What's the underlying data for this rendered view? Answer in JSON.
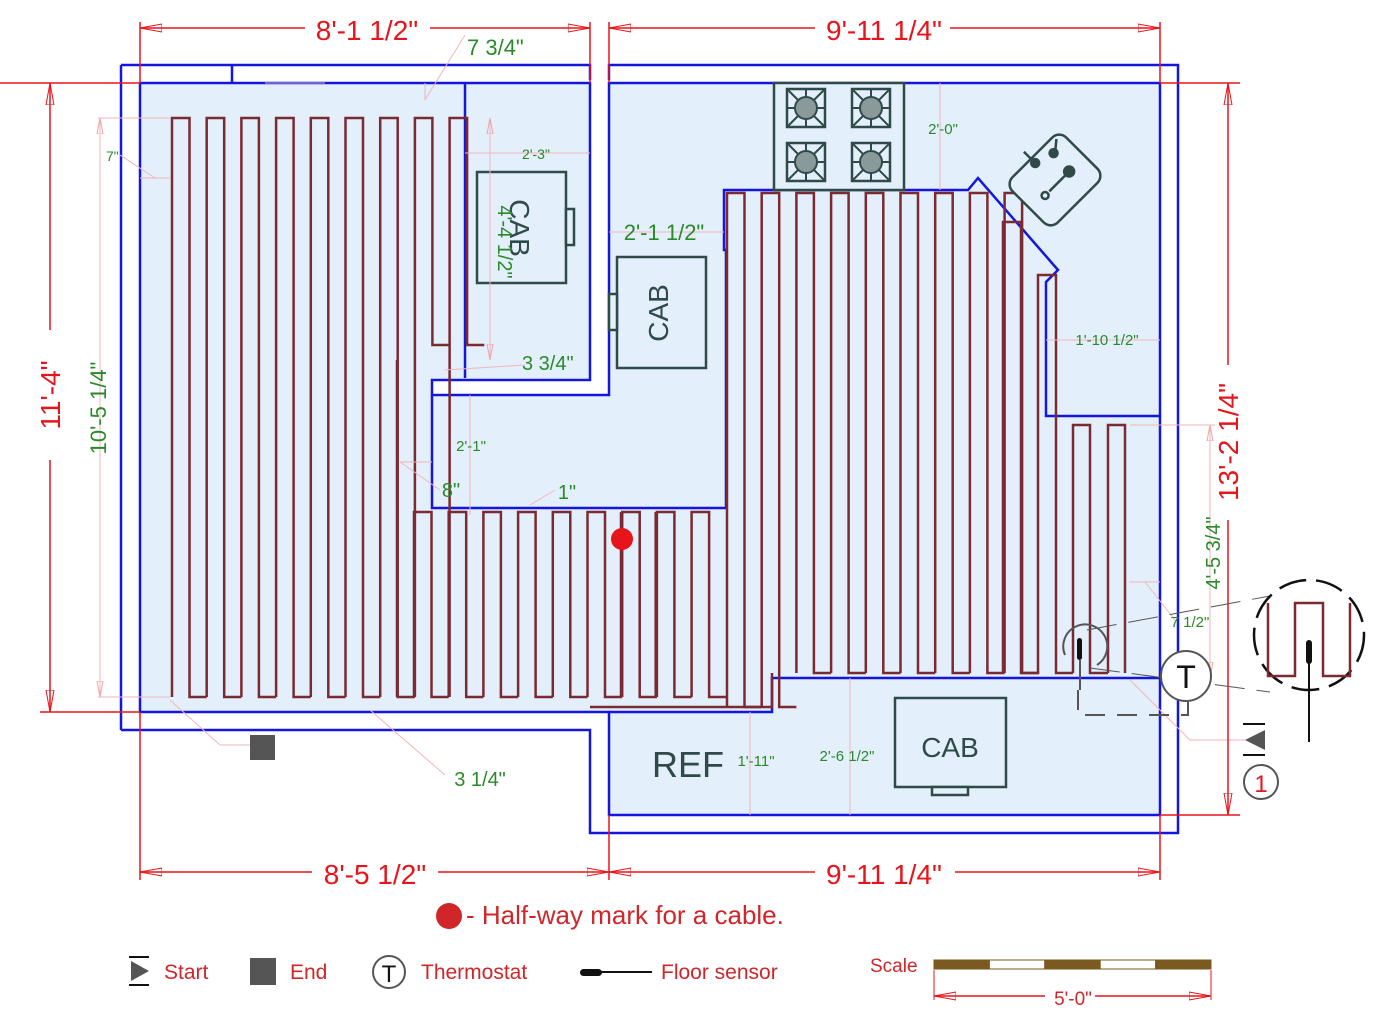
{
  "diagram": {
    "title": "Floor heating cable layout plan",
    "colors": {
      "wall": "#1515e0",
      "floor_fill": "#e3effb",
      "cable": "#7a2a30",
      "dimension_major": "#e8141b",
      "dimension_minor": "#2a8a2a",
      "fixture": "#2f4a48",
      "halfway_mark": "#e8141b",
      "scale_dark": "#7a5a1e"
    },
    "overall_dimensions": {
      "top_left": "8'-1 1/2\"",
      "top_right": "9'-11 1/4\"",
      "bottom_left": "8'-5 1/2\"",
      "bottom_right": "9'-11 1/4\"",
      "left": "11'-4\"",
      "right": "13'-2 1/4\""
    },
    "clearance_dimensions": {
      "top_offset": "7 3/4\"",
      "left_offset": "7\"",
      "left_run": "10'-5 1/4\"",
      "cab_width": "2'-3\"",
      "cab_height": "4'-4 1/2\"",
      "cab_gap": "3 3/4\"",
      "island_gap": "2'-1 1/2\"",
      "stove_clear": "2'-0\"",
      "sink_clear": "1'-10 1/2\"",
      "island_clear": "2'-1\"",
      "island_side": "8\"",
      "island_bottom": "1\"",
      "right_run": "4'-5 3/4\"",
      "right_offset": "7 1/2\"",
      "bottom_offset": "3 1/4\"",
      "ref_clear": "1'-11\"",
      "cab_clear": "2'-6 1/2\""
    },
    "fixtures": {
      "cab_upper": "CAB",
      "cab_island": "CAB",
      "cab_lower": "CAB",
      "refrigerator": "REF",
      "thermostat": "T",
      "section_marker": "1"
    },
    "cable": {
      "left_zone_loops": 9,
      "middle_zone_loops": 9,
      "right_zone_loops": 14,
      "halfway_mark": true
    },
    "legend": {
      "halfway": "- Half-way mark for a cable.",
      "start": "Start",
      "end": "End",
      "thermostat": "Thermostat",
      "thermostat_symbol": "T",
      "floor_sensor": "Floor sensor"
    },
    "scale": {
      "label": "Scale",
      "length": "5'-0\"",
      "segments": 5
    }
  }
}
